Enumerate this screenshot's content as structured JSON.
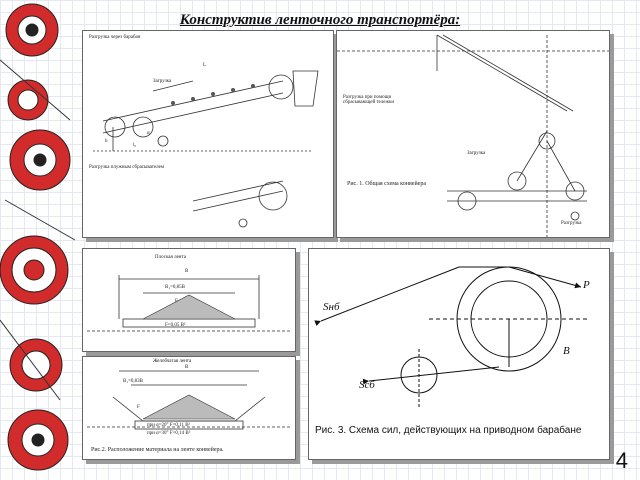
{
  "slide": {
    "title": "Конструктив ленточного транспортёра:",
    "page_number": "4"
  },
  "panel1": {
    "label_top": "Разгрузка через барабан",
    "label_load": "Загрузка",
    "label_bottom": "Разгрузка плужным сбрасывателем",
    "dim_l": "L",
    "dim_alpha": "α",
    "dim_h": "h",
    "dim_l0": "l₀"
  },
  "panel2": {
    "label_tripper": "Разгрузка при помощи сбрасывающей тележки",
    "label_load": "Загрузка",
    "label_unload": "Разгрузка",
    "caption": "Рис. 1. Общая схема конвейера"
  },
  "panel3": {
    "label_flat": "Плоская лента",
    "B": "B",
    "B1": "B₁=0,85B",
    "F_small": "F",
    "F_formula": "F=0,05 B²"
  },
  "panel4": {
    "label_trough": "Желобчатая лента",
    "B": "B",
    "B1": "B₁=0,83B",
    "F_small": "F",
    "line1": "при α=20° F=0,11 B²",
    "line2": "при α=30° F=0,14 B²",
    "caption": "Рис.2. Расположение материала на ленте конвейера."
  },
  "panel5": {
    "S_in": "Sнб",
    "S_out": "Sсб",
    "P": "P",
    "B": "B",
    "caption": "Рис. 3. Схема сил, действующих на приводном барабане"
  },
  "colors": {
    "accent_red": "#d22b2b",
    "panel_shadow": "#9a9a9a"
  }
}
